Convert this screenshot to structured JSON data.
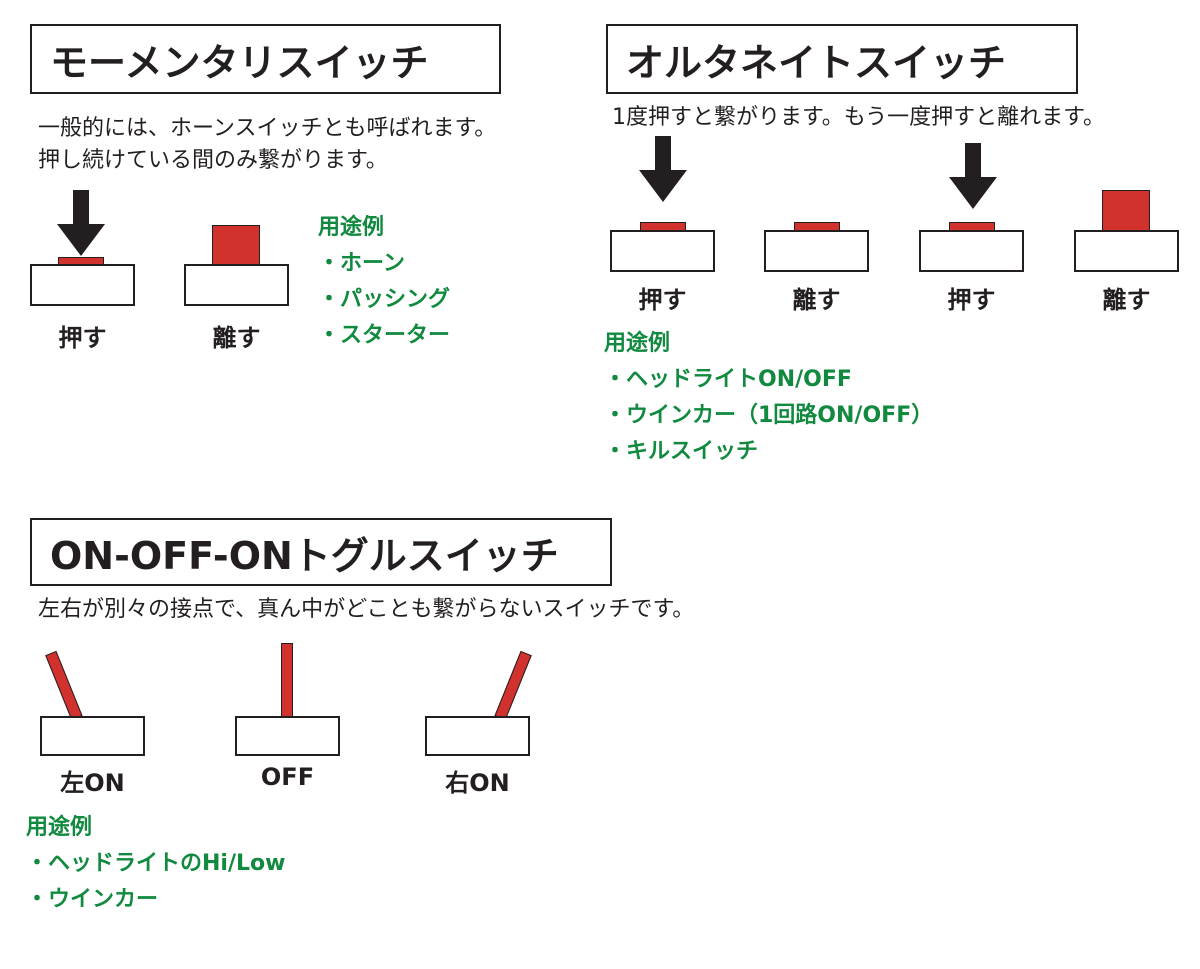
{
  "colors": {
    "accent": "#d2322d",
    "green": "#118a3f",
    "ink": "#231f20"
  },
  "momentary": {
    "title": "モーメンタリスイッチ",
    "desc": [
      "一般的には、ホーンスイッチとも呼ばれます。",
      "押し続けている間のみ繋がります。"
    ],
    "states": [
      "押す",
      "離す"
    ],
    "uses_heading": "用途例",
    "uses": [
      "・ホーン",
      "・パッシング",
      "・スターター"
    ]
  },
  "alternate": {
    "title": "オルタネイトスイッチ",
    "desc": "1度押すと繋がります。もう一度押すと離れます。",
    "states": [
      "押す",
      "離す",
      "押す",
      "離す"
    ],
    "uses_heading": "用途例",
    "uses": [
      "・ヘッドライトON/OFF",
      "・ウインカー（1回路ON/OFF）",
      "・キルスイッチ"
    ]
  },
  "toggle": {
    "title": "ON-OFF-ONトグルスイッチ",
    "desc": "左右が別々の接点で、真ん中がどことも繋がらないスイッチです。",
    "states": [
      "左ON",
      "OFF",
      "右ON"
    ],
    "uses_heading": "用途例",
    "uses": [
      "・ヘッドライトのHi/Low",
      "・ウインカー"
    ]
  }
}
